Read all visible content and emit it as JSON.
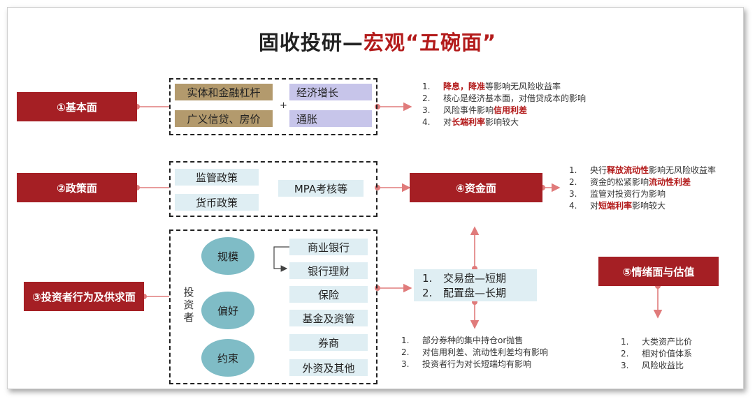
{
  "title": {
    "main": "固收投研—",
    "accent": "宏观“五碗面”"
  },
  "fundamentals": {
    "label": "①基本面",
    "left_items": [
      "实体和金融杠杆",
      "广义信贷、房价"
    ],
    "plus": "+",
    "right_items": [
      "经济增长",
      "通胀"
    ],
    "notes": [
      {
        "n": "1.",
        "parts": [
          {
            "t": "降息，降准",
            "h": true
          },
          {
            "t": "等影响无风险收益率",
            "h": false
          }
        ]
      },
      {
        "n": "2.",
        "parts": [
          {
            "t": "核心是经济基本面，对借贷成本的影响",
            "h": false
          }
        ]
      },
      {
        "n": "3.",
        "parts": [
          {
            "t": "风险事件影响",
            "h": false
          },
          {
            "t": "信用利差",
            "h": true
          }
        ]
      },
      {
        "n": "4.",
        "parts": [
          {
            "t": "对",
            "h": false
          },
          {
            "t": "长端利率",
            "h": true
          },
          {
            "t": "影响较大",
            "h": false
          }
        ]
      }
    ]
  },
  "policy": {
    "label": "②政策面",
    "items": [
      "监管政策",
      "货币政策"
    ],
    "right_item": "MPA考核等"
  },
  "capital": {
    "label": "④资金面",
    "notes": [
      {
        "n": "1.",
        "parts": [
          {
            "t": "央行",
            "h": false
          },
          {
            "t": "释放流动性",
            "h": true
          },
          {
            "t": "影响无风险收益率",
            "h": false
          }
        ]
      },
      {
        "n": "2.",
        "parts": [
          {
            "t": "资金的松紧影响",
            "h": false
          },
          {
            "t": "流动性利差",
            "h": true
          }
        ]
      },
      {
        "n": "3.",
        "parts": [
          {
            "t": "监管对投资行为影响",
            "h": false
          }
        ]
      },
      {
        "n": "4.",
        "parts": [
          {
            "t": "对",
            "h": false
          },
          {
            "t": "短端利率",
            "h": true
          },
          {
            "t": "影响较大",
            "h": false
          }
        ]
      }
    ]
  },
  "investor": {
    "label": "③投资者行为及供求面",
    "vertical_label": "投资者",
    "ellipses": [
      "规模",
      "偏好",
      "约束"
    ],
    "institutions": [
      "商业银行",
      "银行理财",
      "保险",
      "基金及资管",
      "券商",
      "外资及其他"
    ],
    "trading": [
      {
        "n": "1.",
        "t": "交易盘—短期"
      },
      {
        "n": "2.",
        "t": "配置盘—长期"
      }
    ],
    "notes": [
      {
        "n": "1.",
        "parts": [
          {
            "t": "部分券种的集中持仓or抛售",
            "h": false
          }
        ]
      },
      {
        "n": "2.",
        "parts": [
          {
            "t": "对信用利差、流动性利差均有影响",
            "h": false
          }
        ]
      },
      {
        "n": "3.",
        "parts": [
          {
            "t": "投资者行为对长短端均有影响",
            "h": false
          }
        ]
      }
    ]
  },
  "sentiment": {
    "label": "⑤情绪面与估值",
    "notes": [
      {
        "n": "1.",
        "parts": [
          {
            "t": "大类资产比价",
            "h": false
          }
        ]
      },
      {
        "n": "2.",
        "parts": [
          {
            "t": "相对价值体系",
            "h": false
          }
        ]
      },
      {
        "n": "3.",
        "parts": [
          {
            "t": "风险收益比",
            "h": false
          }
        ]
      }
    ]
  },
  "colors": {
    "accent": "#a51f24",
    "tan": "#b39a6d",
    "lavender": "#c7c5ea",
    "light_blue": "#dfeef3",
    "teal": "#7fbcc6",
    "line": "#e07b7b"
  }
}
